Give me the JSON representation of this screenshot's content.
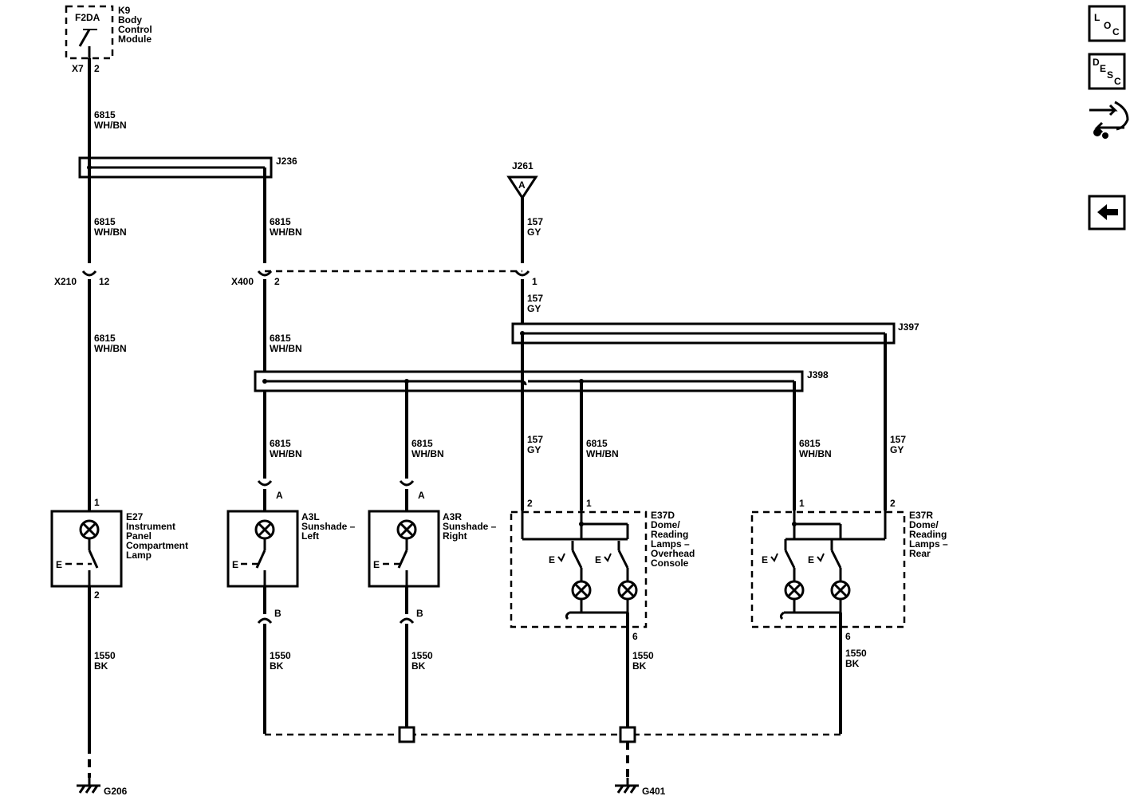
{
  "bcm": {
    "fuse": "F2DA",
    "ref": "K9",
    "name_l1": "Body",
    "name_l2": "Control",
    "name_l3": "Module",
    "connector": "X7",
    "pin": "2"
  },
  "wire_6815": {
    "circuit": "6815",
    "color": "WH/BN"
  },
  "wire_157": {
    "circuit": "157",
    "color": "GY"
  },
  "wire_1550": {
    "circuit": "1550",
    "color": "BK"
  },
  "splices": {
    "j236": "J236",
    "j261": "J261",
    "j261_pin": "A",
    "j397": "J397",
    "j398": "J398"
  },
  "connectors": {
    "x210": "X210",
    "x210_pin": "12",
    "x400": "X400",
    "x400_pin": "2",
    "j261_conn_pin": "1"
  },
  "e27": {
    "pin_top": "1",
    "pin_bottom": "2",
    "ref": "E27",
    "l1": "Instrument",
    "l2": "Panel",
    "l3": "Compartment",
    "l4": "Lamp"
  },
  "a3l": {
    "pin_top": "A",
    "pin_bottom": "B",
    "ref": "A3L",
    "l1": "Sunshade –",
    "l2": "Left"
  },
  "a3r": {
    "pin_top": "A",
    "pin_bottom": "B",
    "ref": "A3R",
    "l1": "Sunshade –",
    "l2": "Right"
  },
  "e37d": {
    "pin_a": "2",
    "pin_b": "1",
    "pin_c": "6",
    "ref": "E37D",
    "l1": "Dome/",
    "l2": "Reading",
    "l3": "Lamps –",
    "l4": "Overhead",
    "l5": "Console"
  },
  "e37r": {
    "pin_a": "1",
    "pin_b": "2",
    "pin_c": "6",
    "ref": "E37R",
    "l1": "Dome/",
    "l2": "Reading",
    "l3": "Lamps –",
    "l4": "Rear"
  },
  "switch_letter": "E",
  "grounds": {
    "g206": "G206",
    "g401": "G401"
  },
  "side_icons": {
    "loc_l": "L",
    "loc_o": "O",
    "loc_c": "C",
    "desc_d": "D",
    "desc_e": "E",
    "desc_s": "S",
    "desc_c": "C"
  }
}
